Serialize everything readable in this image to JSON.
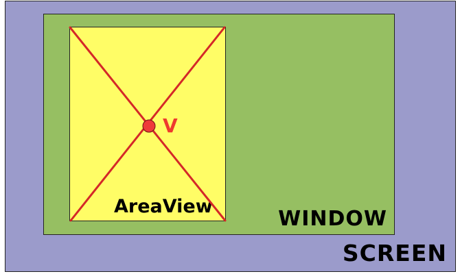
{
  "labels": {
    "screen": "SCREEN",
    "window": "WINDOW",
    "areaview": "AreaView",
    "point": "V"
  },
  "colors": {
    "screen": "#9b9bcb",
    "window": "#96bf62",
    "areaview": "#fffd66",
    "diagonals": "#d42828",
    "point_fill": "#ee3a3a",
    "point_label": "#ee3a2e"
  }
}
